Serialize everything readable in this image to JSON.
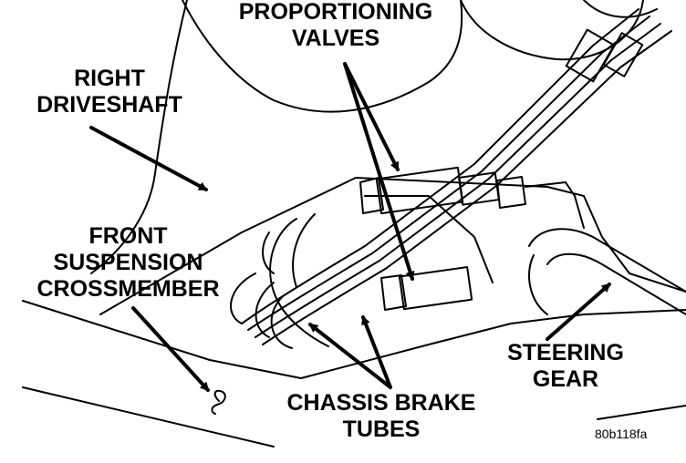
{
  "labels": {
    "proportioning_valves": [
      "PROPORTIONING",
      "VALVES"
    ],
    "right_driveshaft": [
      "RIGHT",
      "DRIVESHAFT"
    ],
    "front_suspension_crossmember": [
      "FRONT",
      "SUSPENSION",
      "CROSSMEMBER"
    ],
    "steering_gear": [
      "STEERING",
      "GEAR"
    ],
    "chassis_brake_tubes": [
      "CHASSIS BRAKE",
      "TUBES"
    ]
  },
  "reference_code": "80b118fa",
  "colors": {
    "ink": "#000000",
    "paper": "#ffffff"
  }
}
